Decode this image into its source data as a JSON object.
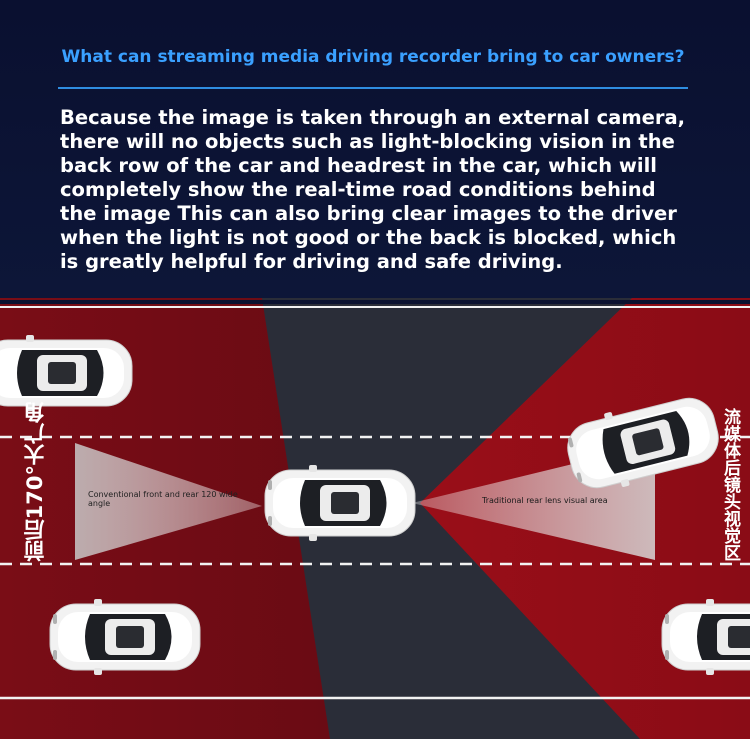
{
  "header": {
    "title": "What can streaming media driving recorder bring to car owners?",
    "paragraph": "Because the image is taken through an external camera,\nthere will no objects such as light-blocking vision in the\nback row of the car and headrest in the car, which will\ncompletely show the real-time road conditions behind\nthe image This can also bring clear images to the driver\nwhen the light is not good or the back is blocked, which\nis greatly helpful for driving and safe driving."
  },
  "scene": {
    "left_vertical_label": "前后170°大广角",
    "right_vertical_label": "流媒体后镜头视觉区",
    "left_caption": "Conventional front and rear 120 wide angle",
    "right_caption": "Traditional rear lens visual area"
  },
  "colors": {
    "accent": "#3aa0ff",
    "background": "#0b1230",
    "red_zone": "#8e0f18",
    "road": "#2b2f3a"
  }
}
